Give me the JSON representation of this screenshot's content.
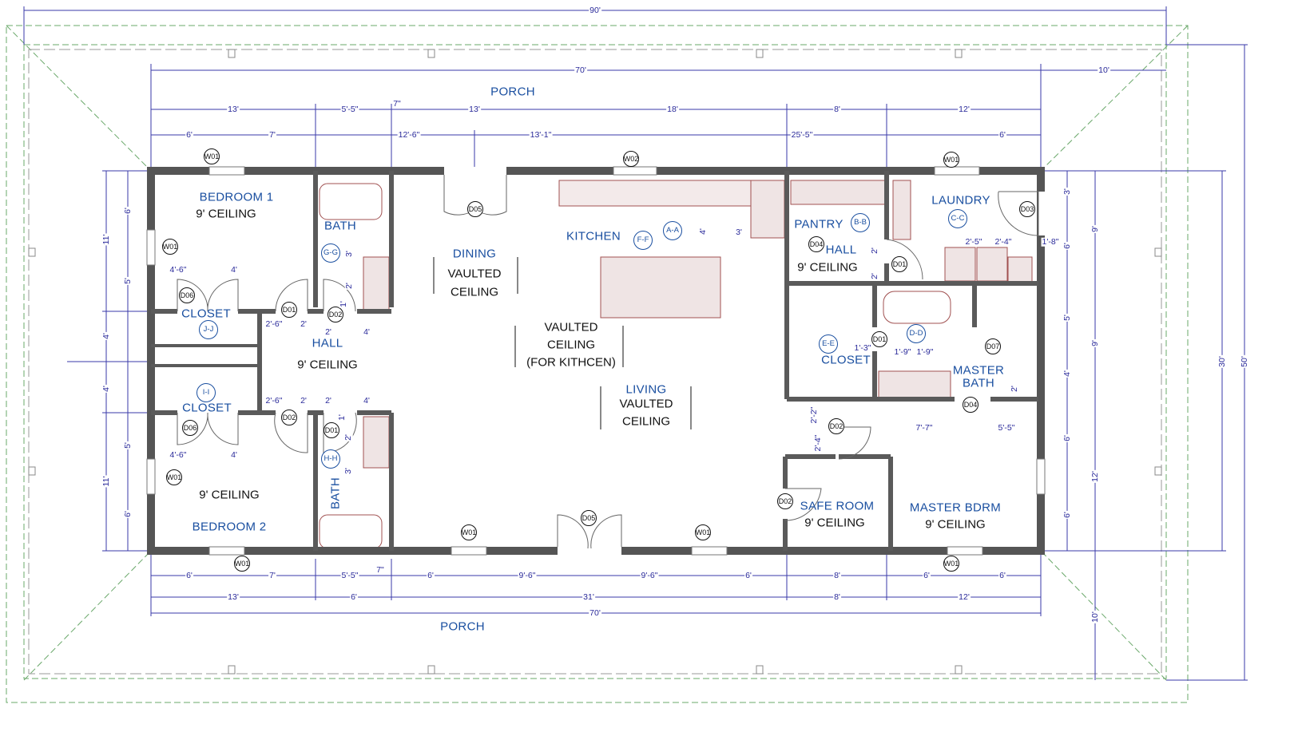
{
  "rooms": {
    "bedroom1": "BEDROOM 1",
    "bath1": "BATH",
    "dining": "DINING",
    "kitchen": "KITCHEN",
    "pantry": "PANTRY",
    "hall_right": "HALL",
    "laundry": "LAUNDRY",
    "closet1": "CLOSET",
    "hall_left": "HALL",
    "closet_master": "CLOSET",
    "master_bath_1": "MASTER",
    "master_bath_2": "BATH",
    "living": "LIVING",
    "closet2": "CLOSET",
    "bedroom2": "BEDROOM 2",
    "bath2": "BATH",
    "safe_room": "SAFE ROOM",
    "master_bdrm": "MASTER BDRM",
    "porch_top": "PORCH",
    "porch_bottom": "PORCH"
  },
  "ceilings": {
    "nine": "9' CEILING",
    "vaulted": "VAULTED",
    "ceiling": "CEILING",
    "for_kitchen": "(FOR KITHCEN)"
  },
  "tags": {
    "W01": "W01",
    "W02": "W02",
    "D01": "D01",
    "D02": "D02",
    "D03": "D03",
    "D04": "D04",
    "D05": "D05",
    "D06": "D06",
    "D07": "D07"
  },
  "sections": {
    "A": "A-A",
    "B": "B-B",
    "C": "C-C",
    "D": "D-D",
    "E": "E-E",
    "F": "F-F",
    "G": "G-G",
    "H": "H-H",
    "I": "I-I",
    "J": "J-J"
  },
  "dims": {
    "top": {
      "overall": "90'",
      "house": "70'",
      "porch_side": "10'",
      "row1": [
        "13'",
        "5'-5\"",
        "7\"",
        "13'",
        "18'",
        "8'",
        "12'"
      ],
      "row2": [
        "6'",
        "7'",
        "12'-6\"",
        "13'-1\"",
        "25'-5\"",
        "6'"
      ]
    },
    "bottom": {
      "row1": [
        "6'",
        "7'",
        "5'-5\"",
        "7\"",
        "6'",
        "9'-6\"",
        "9'-6\"",
        "6'",
        "8'",
        "6'",
        "6'"
      ],
      "row2": [
        "13'",
        "6'",
        "31'",
        "8'",
        "12'"
      ],
      "overall": "70'"
    },
    "left": [
      "11'",
      "6'",
      "5'",
      "4'",
      "4'",
      "5'",
      "11'",
      "6'"
    ],
    "right": [
      "3'",
      "6'",
      "5'",
      "4'",
      "6'",
      "6'",
      "9'",
      "9'",
      "12'",
      "10'",
      "30'",
      "50'"
    ],
    "interior": [
      "4'-6\"",
      "4'",
      "2'-6\"",
      "2'",
      "2'",
      "4'",
      "2'-6\"",
      "2'",
      "2'",
      "4'",
      "4'-6\"",
      "4'",
      "3'",
      "2'",
      "1'",
      "1'",
      "2'",
      "3'",
      "4'",
      "3'",
      "2'",
      "2'",
      "2'-5\"",
      "2'-4\"",
      "1'-8\"",
      "1'-3\"",
      "1'-9\"",
      "1'-9\"",
      "2'",
      "7'-7\"",
      "5'-5\"",
      "2'-2\"",
      "2'-4\""
    ]
  },
  "colors": {
    "wall": "#5a5a5a",
    "dimension": "#2a2a9a",
    "label": "#1a4fa0",
    "roof": "#6aa86a",
    "fixture": "#a05050"
  }
}
